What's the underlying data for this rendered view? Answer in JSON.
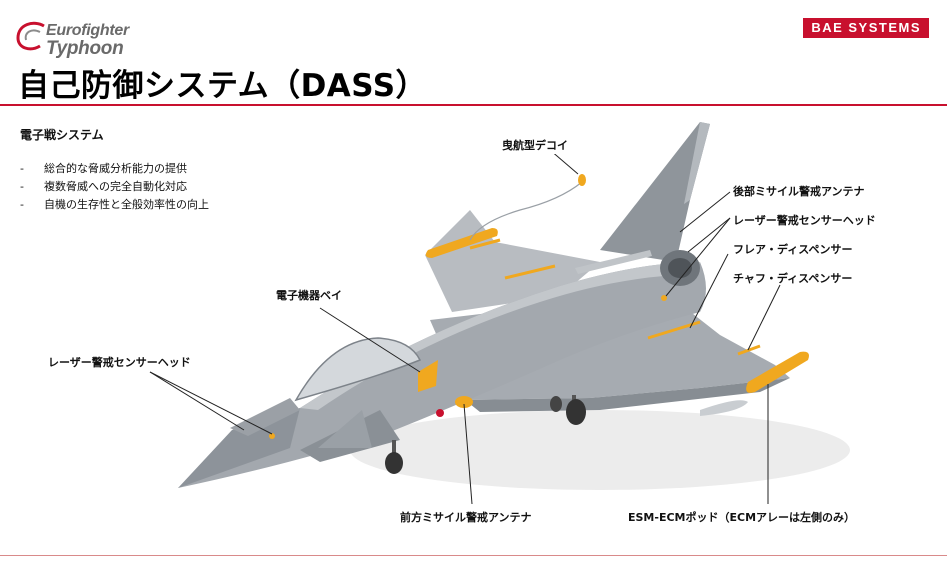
{
  "logo": {
    "line1": "Eurofighter",
    "line2": "Typhoon"
  },
  "brand": {
    "badge": "BAE SYSTEMS",
    "accent_color": "#c8102e"
  },
  "title": "自己防御システム（DASS）",
  "section": {
    "heading": "電子戦システム",
    "bullets": [
      {
        "dash": "-",
        "text": "総合的な脅威分析能力の提供"
      },
      {
        "dash": "-",
        "text": "複数脅威への完全自動化対応"
      },
      {
        "dash": "-",
        "text": "自機の生存性と全般効率性の向上"
      }
    ]
  },
  "callouts": {
    "towed_decoy": "曳航型デコイ",
    "rear_missile_antenna": "後部ミサイル警戒アンテナ",
    "laser_head_rear": "レーザー警戒センサーヘッド",
    "flare": "フレア・ディスペンサー",
    "chaff": "チャフ・ディスペンサー",
    "ew_bay": "電子機器ベイ",
    "laser_head_front": "レーザー警戒センサーヘッド",
    "front_missile_antenna": "前方ミサイル警戒アンテナ",
    "esm_pod": "ESM-ECMポッド（ECMアレーは左側のみ）"
  },
  "colors": {
    "airframe": "#a8adb3",
    "airframe_dark": "#7f858c",
    "airframe_light": "#c6cace",
    "sensor": "#f0a81f",
    "shadow": "#e8e8e8"
  }
}
